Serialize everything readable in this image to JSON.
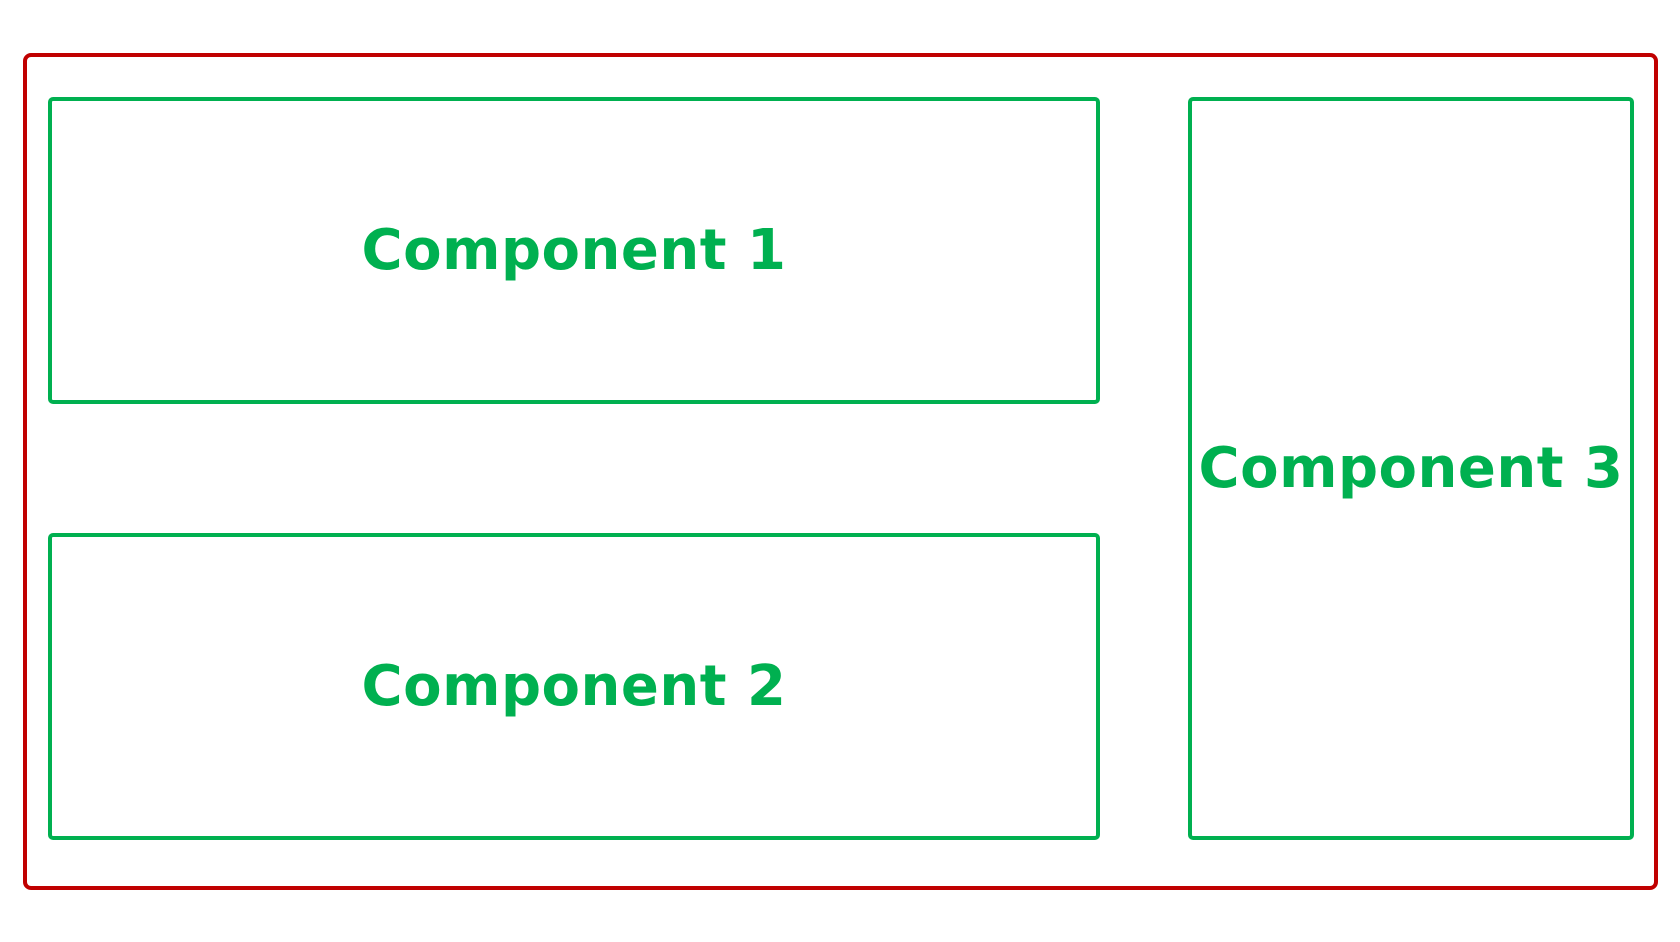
{
  "diagram": {
    "container": {
      "border_color": "#c00000"
    },
    "components": [
      {
        "label": "Component 1"
      },
      {
        "label": "Component 2"
      },
      {
        "label": "Component 3"
      }
    ],
    "component_color": "#00b050"
  }
}
